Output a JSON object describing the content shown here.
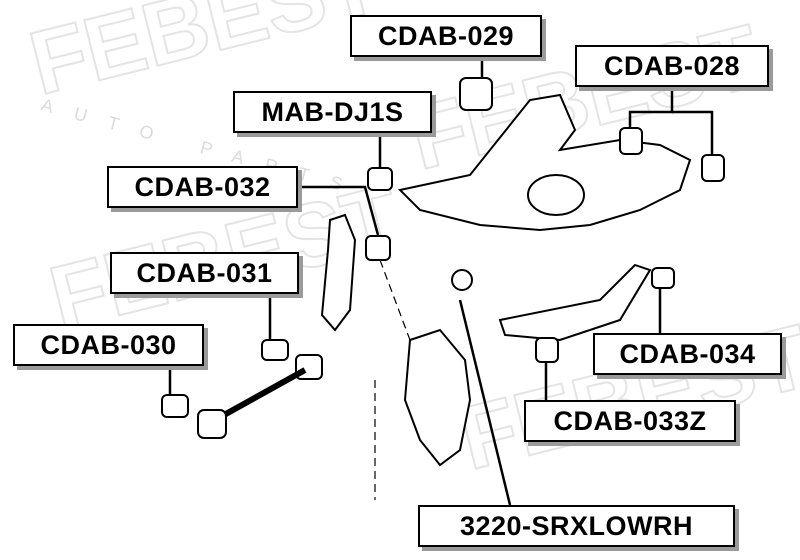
{
  "watermark": {
    "brand": "FEBEST",
    "sub": "AUTO PARTS"
  },
  "labels": {
    "cdab029": "CDAB-029",
    "cdab028": "CDAB-028",
    "mabdj1s": "MAB-DJ1S",
    "cdab032": "CDAB-032",
    "cdab031": "CDAB-031",
    "cdab030": "CDAB-030",
    "cdab034": "CDAB-034",
    "cdab033z": "CDAB-033Z",
    "balljoint": "3220-SRXLOWRH"
  }
}
